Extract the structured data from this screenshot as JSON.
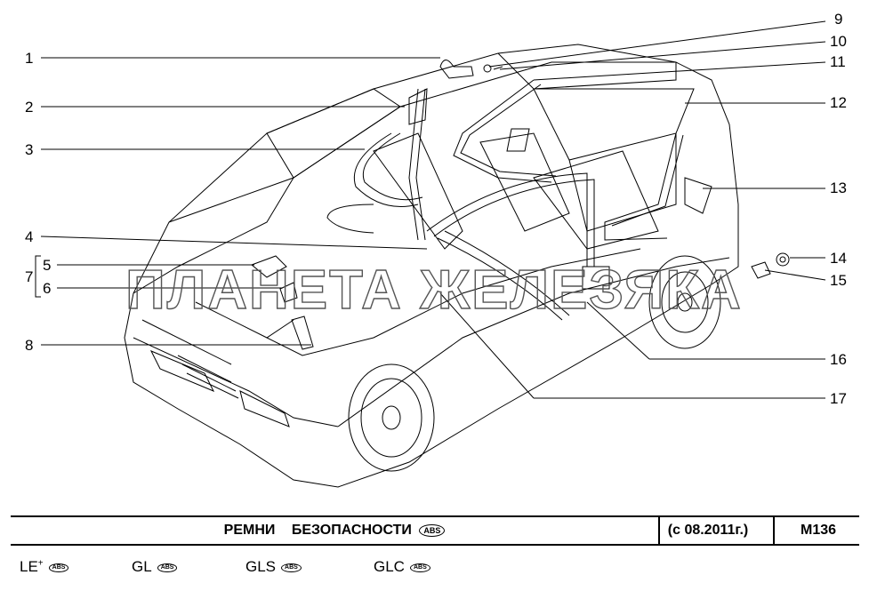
{
  "callouts": {
    "c1": "1",
    "c2": "2",
    "c3": "3",
    "c4": "4",
    "c5": "5",
    "c6": "6",
    "c7": "7",
    "c8": "8",
    "c9": "9",
    "c10": "10",
    "c11": "11",
    "c12": "12",
    "c13": "13",
    "c14": "14",
    "c15": "15",
    "c16": "16",
    "c17": "17"
  },
  "watermark": "ПЛАНЕТА ЖЕЛЕЗЯКА",
  "title_bar": {
    "title": "РЕМНИ БЕЗОПАСНОСТИ",
    "abs_badge": "ABS",
    "date": "(с 08.2011г.)",
    "code": "M136"
  },
  "variants": [
    {
      "label": "LE",
      "suffix": "+",
      "badge": "ABS"
    },
    {
      "label": "GL",
      "suffix": "",
      "badge": "ABS"
    },
    {
      "label": "GLS",
      "suffix": "",
      "badge": "ABS"
    },
    {
      "label": "GLC",
      "suffix": "",
      "badge": "ABS"
    }
  ]
}
